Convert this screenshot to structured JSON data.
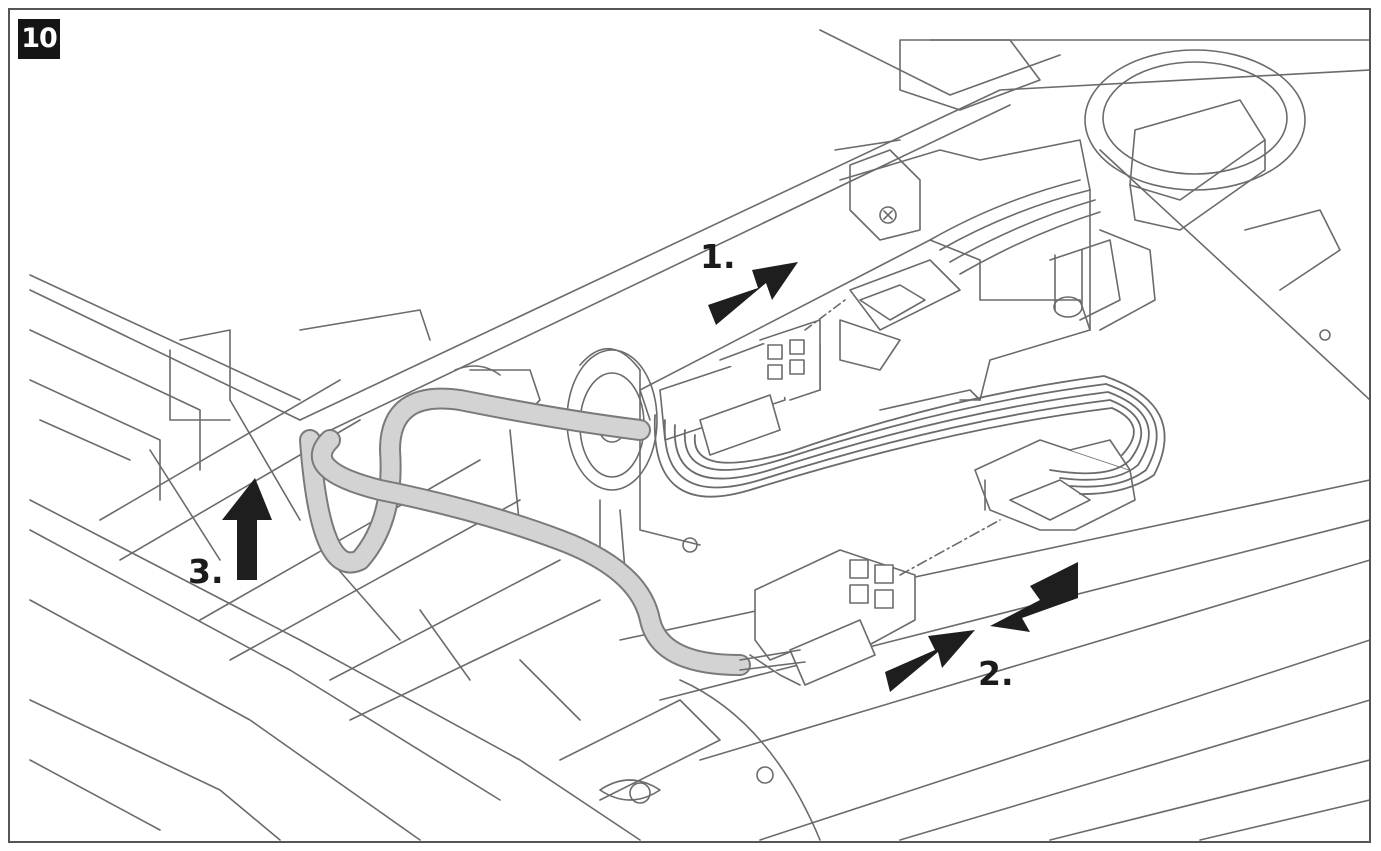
{
  "figure": {
    "number": "10",
    "steps": [
      {
        "label": "1."
      },
      {
        "label": "2."
      },
      {
        "label": "3."
      }
    ]
  },
  "colors": {
    "line": "#6b6b6b",
    "cable": "#cfcfcf",
    "arrow": "#1e1e1e"
  }
}
